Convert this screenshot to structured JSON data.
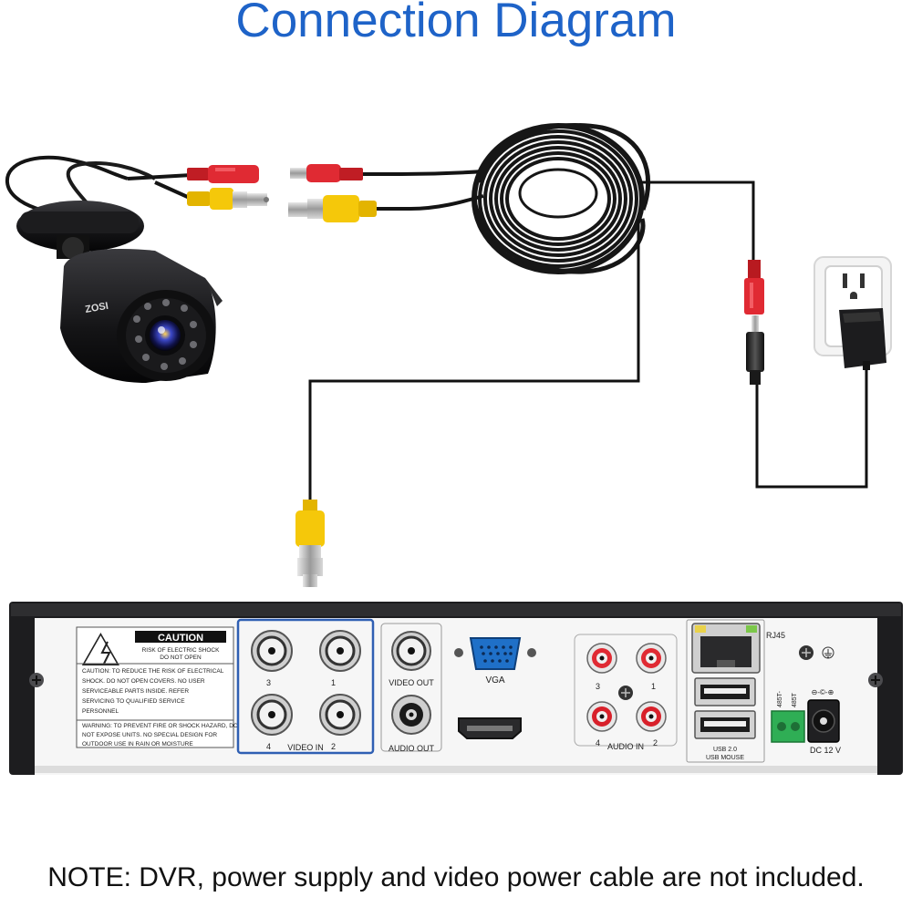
{
  "title": "Connection Diagram",
  "note": "NOTE: DVR, power supply and video power cable are not included.",
  "camera": {
    "brand": "ZOSI"
  },
  "dvr": {
    "caution": {
      "heading": "CAUTION",
      "subheading_1": "RISK OF ELECTRIC SHOCK",
      "subheading_2": "DO NOT OPEN",
      "warning_lines": [
        "CAUTION: TO REDUCE THE RISK OF ELECTRICAL",
        "SHOCK. DO NOT OPEN COVERS. NO USER",
        "SERVICEABLE PARTS INSIDE. REFER",
        "SERVICING TO QUALIFIED SERVICE",
        "PERSONNEL"
      ],
      "fire_lines": [
        "WARNING: TO PREVENT FIRE OR SHOCK HAZARD, DO",
        "NOT EXPOSE UNITS. NO SPECIAL DESIGN FOR",
        "OUTDOOR USE IN RAIN OR MOISTURE"
      ]
    },
    "video_in": {
      "label": "VIDEO IN",
      "ports": [
        "3",
        "1",
        "4",
        "2"
      ]
    },
    "video_out": "VIDEO OUT",
    "audio_out": "AUDIO OUT",
    "vga": "VGA",
    "audio_in": {
      "label": "AUDIO IN",
      "ports": [
        "3",
        "1",
        "4",
        "2"
      ]
    },
    "rj45": "RJ45",
    "usb_1": "USB 2.0",
    "usb_2": "USB MOUSE",
    "rs485_a": "485T-",
    "rs485_b": "485T",
    "dc_label": "DC 12 V",
    "dc_polarity": "⊖-©-⊕"
  },
  "colors": {
    "title": "#1e63c8",
    "cable_red": "#d8202a",
    "cable_yellow": "#f2c200",
    "video_in_box": "#2f5fb3"
  }
}
